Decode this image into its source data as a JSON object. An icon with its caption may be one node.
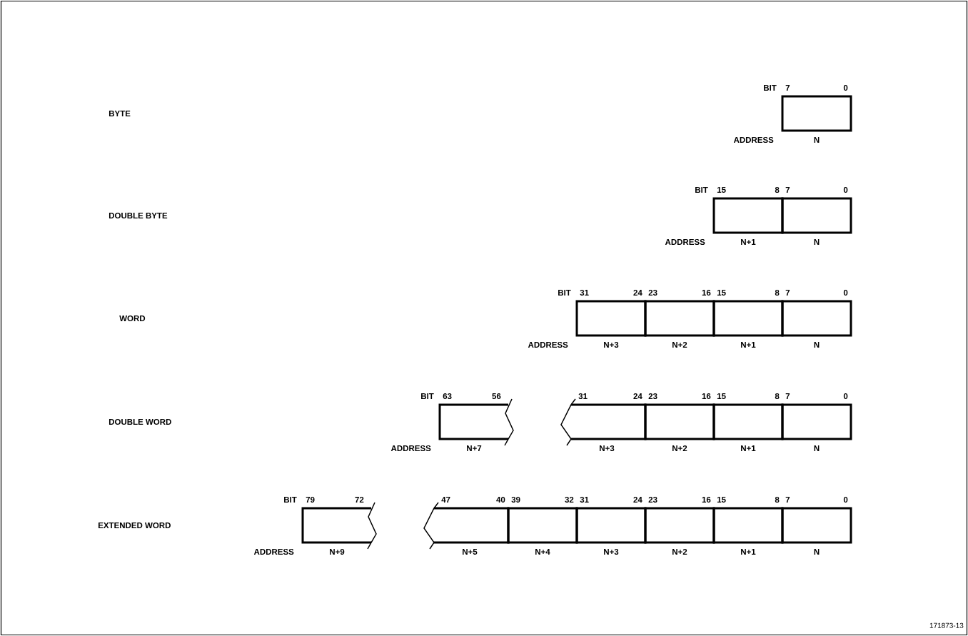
{
  "diagram": {
    "labels": [
      "BYTE",
      "BIT",
      "7",
      "0",
      "ADDRESS",
      "N",
      "DOUBLE BYTE",
      "BIT",
      "15",
      "8",
      "7",
      "0",
      "ADDRESS",
      "N+1",
      "N",
      "WORD",
      "BIT",
      "31",
      "24",
      "23",
      "16",
      "15",
      "8",
      "7",
      "0",
      "ADDRESS",
      "N+3",
      "N+2",
      "N+1",
      "N",
      "DOUBLE WORD",
      "BIT",
      "63",
      "56",
      "31",
      "24",
      "23",
      "16",
      "15",
      "8",
      "7",
      "0",
      "ADDRESS",
      "N+7",
      "N+3",
      "N+2",
      "N+1",
      "N",
      "EXTENDED WORD",
      "BIT",
      "79",
      "72",
      "47",
      "40",
      "39",
      "32",
      "31",
      "24",
      "23",
      "16",
      "15",
      "8",
      "7",
      "0",
      "ADDRESS",
      "N+9",
      "N+5",
      "N+4",
      "N+3",
      "N+2",
      "N+1",
      "N",
      "171873-13"
    ]
  }
}
